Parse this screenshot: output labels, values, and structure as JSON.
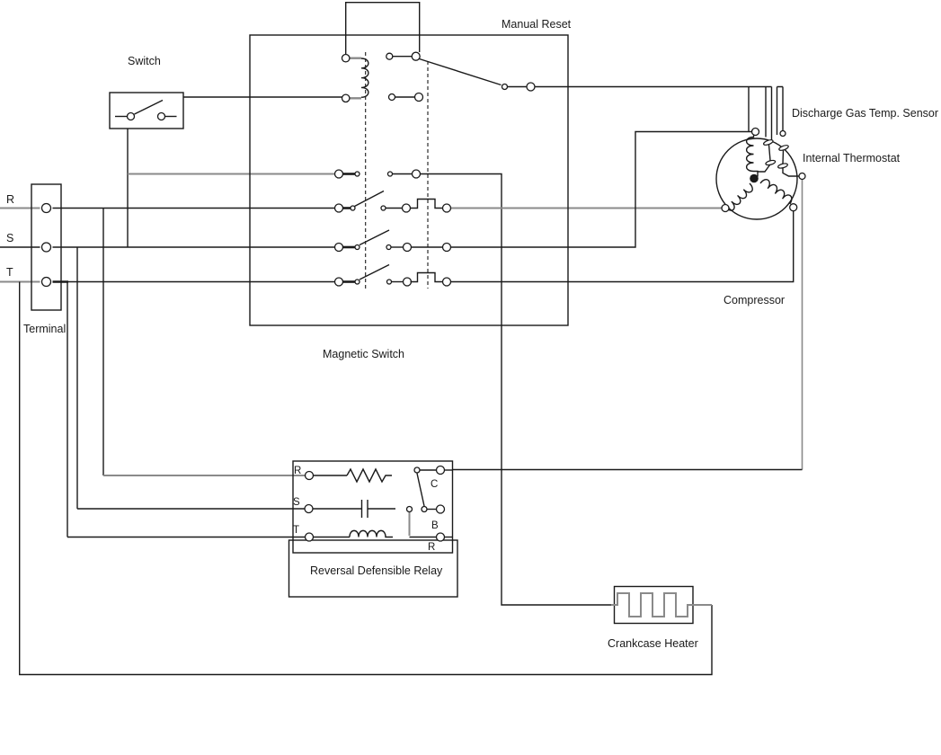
{
  "colors": {
    "wire": "#1a1a1a",
    "gray_wire": "#8a8a8a",
    "background": "#ffffff"
  },
  "labels": {
    "terminal": "Terminal",
    "switch": "Switch",
    "manual_reset": "Manual Reset",
    "magnetic_switch": "Magnetic Switch",
    "compressor": "Compressor",
    "discharge_sensor": "Discharge Gas Temp. Sensor",
    "internal_thermostat": "Internal Thermostat",
    "relay": "Reversal Defensible Relay",
    "crankcase_heater": "Crankcase Heater"
  },
  "terminal": {
    "phases": [
      "R",
      "S",
      "T"
    ]
  },
  "relay": {
    "inputs": [
      "R",
      "S",
      "T"
    ],
    "contacts": [
      "C",
      "B",
      "R"
    ]
  }
}
